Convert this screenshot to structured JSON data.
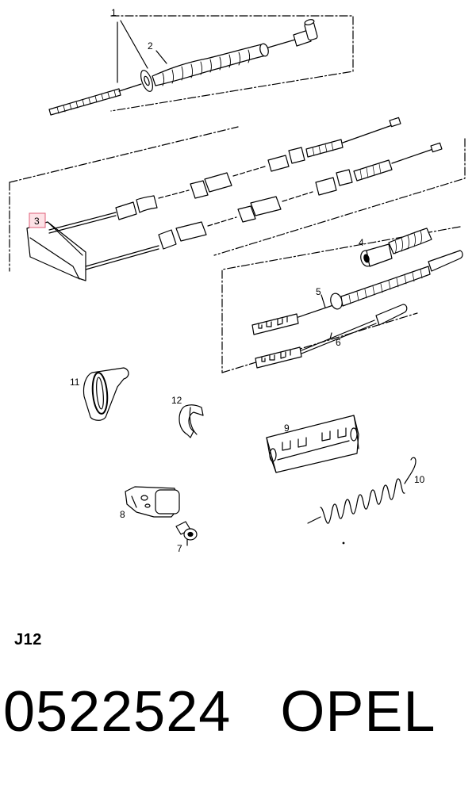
{
  "diagram": {
    "callouts": [
      {
        "id": "c1",
        "label": "1"
      },
      {
        "id": "c2",
        "label": "2"
      },
      {
        "id": "c3",
        "label": "3",
        "highlighted": true
      },
      {
        "id": "c4",
        "label": "4"
      },
      {
        "id": "c5",
        "label": "5"
      },
      {
        "id": "c6",
        "label": "6"
      },
      {
        "id": "c7",
        "label": "7"
      },
      {
        "id": "c8",
        "label": "8"
      },
      {
        "id": "c9",
        "label": "9"
      },
      {
        "id": "c10",
        "label": "10"
      },
      {
        "id": "c11",
        "label": "11"
      },
      {
        "id": "c12",
        "label": "12"
      }
    ],
    "highlight_color": "#e0607a"
  },
  "footer": {
    "sheet_code": "J12",
    "part_number": "0522524",
    "brand": "OPEL"
  }
}
